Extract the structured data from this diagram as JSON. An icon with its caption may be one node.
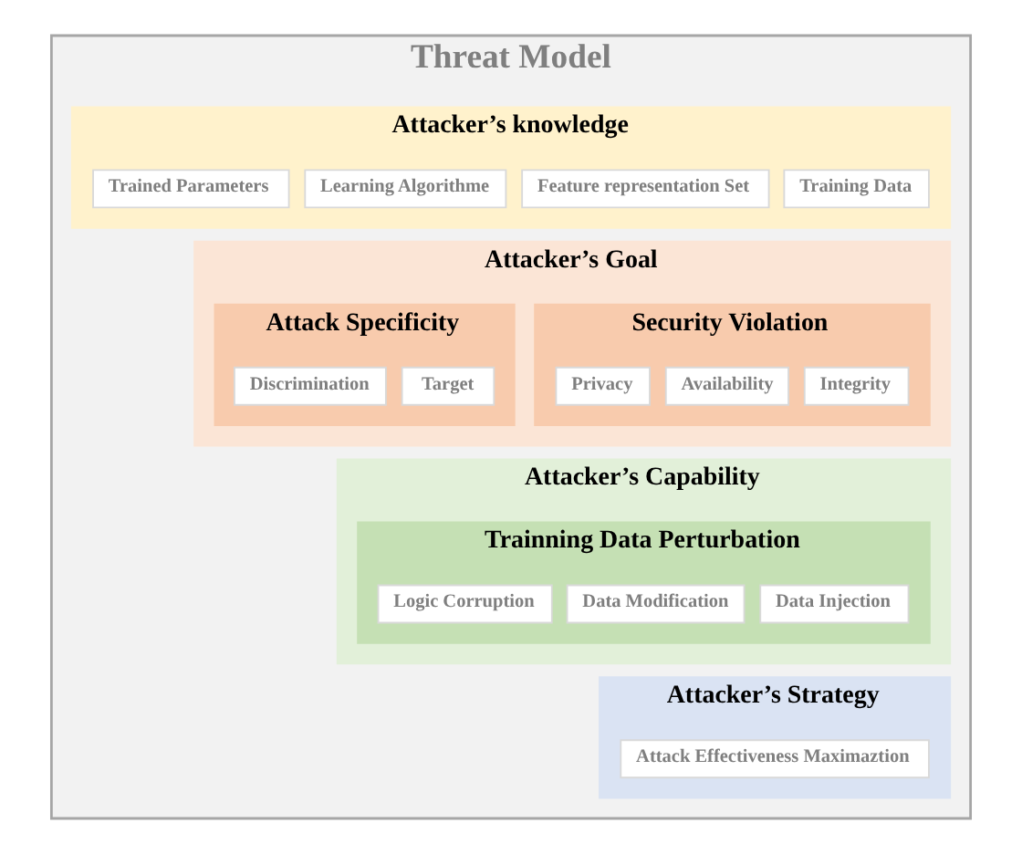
{
  "diagram": {
    "nodes": [
      {
        "text": [
          "Threat Model"
        ]
      },
      {
        "text": [
          "Attacker’s knowledge"
        ],
        "in": 0
      },
      {
        "text": [
          "Training Data"
        ],
        "in": 1
      },
      {
        "text": [
          "Feature representation Set"
        ],
        "in": 1
      },
      {
        "text": [
          "Learning Algorithme"
        ],
        "in": 1
      },
      {
        "text": [
          "Trained Parameters"
        ],
        "in": 1
      },
      {
        "text": [
          "Attacker’s Goal"
        ],
        "in": 0
      },
      {
        "text": [
          "Security Violation"
        ],
        "in": 6
      },
      {
        "text": [
          "Integrity"
        ],
        "in": 7
      },
      {
        "text": [
          "Availability"
        ],
        "in": 7
      },
      {
        "text": [
          "Privacy"
        ],
        "in": 7
      },
      {
        "text": [
          "Attack Specificity"
        ],
        "in": 6
      },
      {
        "text": [
          "Target"
        ],
        "in": 11
      },
      {
        "text": [
          "Discrimination"
        ],
        "in": 11
      },
      {
        "text": [
          "Attacker’s Capability"
        ],
        "in": 0
      },
      {
        "text": [
          "Trainning Data Perturbation"
        ],
        "in": 14
      },
      {
        "text": [
          "Data Injection"
        ],
        "in": 15
      },
      {
        "text": [
          "Data Modification"
        ],
        "in": 15
      },
      {
        "text": [
          "Logic Corruption"
        ],
        "in": 15
      },
      {
        "text": [
          "Attacker’s Strategy"
        ],
        "in": 0
      },
      {
        "text": [
          "Attack Effectiveness Maximaztion"
        ],
        "in": 19
      }
    ]
  }
}
